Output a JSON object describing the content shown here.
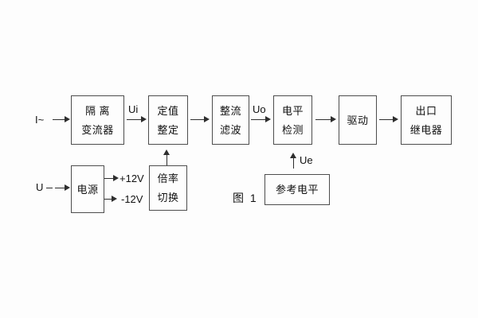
{
  "figure": {
    "caption": "图 1"
  },
  "blocks": {
    "isolation_transformer": {
      "line1": "隔 离",
      "line2": "变流器"
    },
    "setting_adjustment": {
      "line1": "定值",
      "line2": "整定"
    },
    "rectifier_filter": {
      "line1": "整流",
      "line2": "滤波"
    },
    "level_detection": {
      "line1": "电平",
      "line2": "检测"
    },
    "driver": {
      "line1": "驱动"
    },
    "output_relay": {
      "line1": "出口",
      "line2": "继电器"
    },
    "power_supply": {
      "line1": "电源"
    },
    "ratio_switch": {
      "line1": "倍率",
      "line2": "切换"
    },
    "reference_level": {
      "line1": "参考电平"
    }
  },
  "signals": {
    "input_current": "I~",
    "input_voltage": "U",
    "ui": "Ui",
    "uo": "Uo",
    "ue": "Ue",
    "plus_12v": "+12V",
    "minus_12v": "-12V"
  },
  "colors": {
    "background": "#fdfdfd",
    "box_border": "#4d4d4d",
    "line": "#2e2e2e",
    "text": "#111111"
  }
}
